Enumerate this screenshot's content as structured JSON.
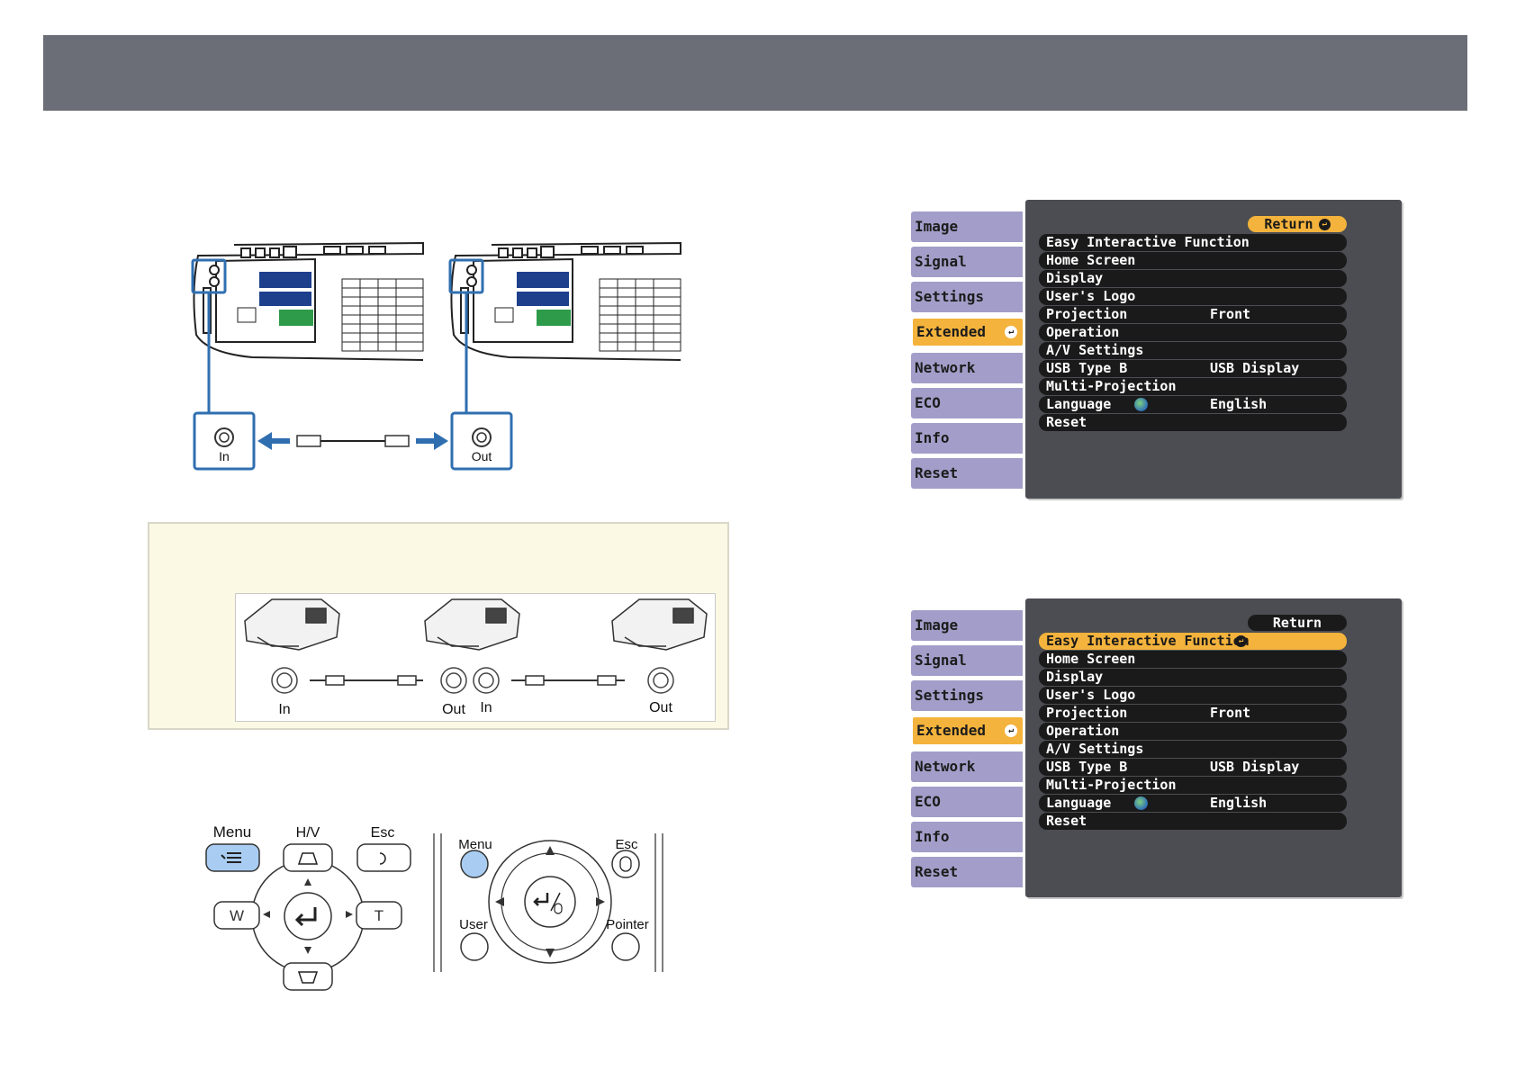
{
  "connection_figure": {
    "left_port_label": "In",
    "right_port_label": "Out"
  },
  "tip_figure": {
    "port_labels": [
      "In",
      "Out",
      "In",
      "Out"
    ]
  },
  "remote_control": {
    "buttons": {
      "menu": "Menu",
      "hv": "H/V",
      "esc": "Esc",
      "w": "W",
      "t": "T"
    }
  },
  "remote_pointer": {
    "buttons": {
      "menu": "Menu",
      "esc": "Esc",
      "user": "User",
      "pointer": "Pointer"
    }
  },
  "menu_screens": [
    {
      "tabs": [
        "Image",
        "Signal",
        "Settings",
        "Extended",
        "Network",
        "ECO",
        "Info",
        "Reset"
      ],
      "active_tab": "Extended",
      "return_label": "Return",
      "rows": [
        {
          "label": "Easy Interactive Function",
          "value": ""
        },
        {
          "label": "Home Screen",
          "value": ""
        },
        {
          "label": "Display",
          "value": ""
        },
        {
          "label": "User's Logo",
          "value": ""
        },
        {
          "label": "Projection",
          "value": "Front"
        },
        {
          "label": "Operation",
          "value": ""
        },
        {
          "label": "A/V Settings",
          "value": ""
        },
        {
          "label": "USB Type B",
          "value": "USB Display"
        },
        {
          "label": "Multi-Projection",
          "value": ""
        },
        {
          "label": "Language",
          "value": "English"
        },
        {
          "label": "Reset",
          "value": ""
        }
      ]
    },
    {
      "tabs": [
        "Image",
        "Signal",
        "Settings",
        "Extended",
        "Network",
        "ECO",
        "Info",
        "Reset"
      ],
      "active_tab": "Extended",
      "return_label": "Return",
      "rows": [
        {
          "label": "Easy Interactive Function",
          "value": ""
        },
        {
          "label": "Home Screen",
          "value": ""
        },
        {
          "label": "Display",
          "value": ""
        },
        {
          "label": "User's Logo",
          "value": ""
        },
        {
          "label": "Projection",
          "value": "Front"
        },
        {
          "label": "Operation",
          "value": ""
        },
        {
          "label": "A/V Settings",
          "value": ""
        },
        {
          "label": "USB Type B",
          "value": "USB Display"
        },
        {
          "label": "Multi-Projection",
          "value": ""
        },
        {
          "label": "Language",
          "value": "English"
        },
        {
          "label": "Reset",
          "value": ""
        }
      ]
    }
  ],
  "colors": {
    "header": "#6b6e76",
    "tab": "#a29ec9",
    "highlight": "#f4b33c",
    "panel": "#4b4d52",
    "port_frame": "#2f6fb0",
    "menu_button": "#a9cdf2"
  }
}
